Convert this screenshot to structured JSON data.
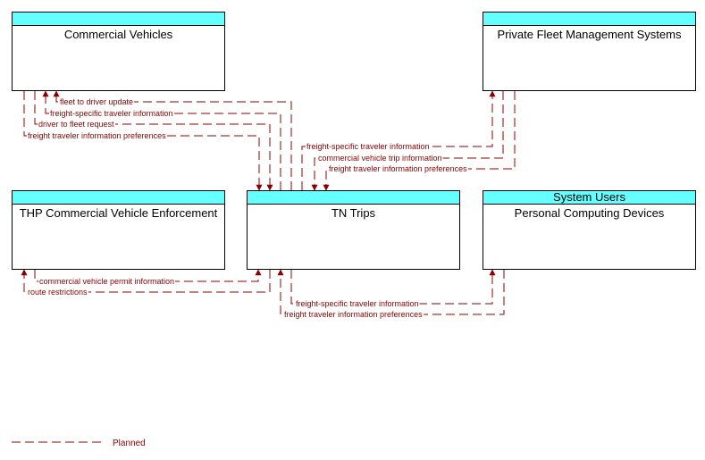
{
  "nodes": {
    "commercial_vehicles": {
      "category": "",
      "name": "Commercial Vehicles"
    },
    "private_fleet": {
      "category": "",
      "name": "Private Fleet Management Systems"
    },
    "thp": {
      "category": "",
      "name": "THP Commercial Vehicle Enforcement"
    },
    "tn_trips": {
      "category": "",
      "name": "TN Trips"
    },
    "personal_devices": {
      "category": "System Users",
      "name": "Personal Computing Devices"
    }
  },
  "flows": {
    "fleet_to_driver_update": "fleet to driver update",
    "cv_freight_specific": "freight-specific traveler information",
    "driver_to_fleet_request": "driver to fleet request",
    "cv_freight_prefs": "freight traveler information preferences",
    "pf_freight_specific": "freight-specific traveler information",
    "pf_trip_info": "commercial vehicle trip information",
    "pf_freight_prefs": "freight traveler information preferences",
    "thp_permit": "commercial vehicle permit information",
    "thp_route": "route restrictions",
    "pcd_freight_specific": "freight-specific traveler information",
    "pcd_freight_prefs": "freight traveler information preferences"
  },
  "legend": {
    "planned": "Planned"
  },
  "colors": {
    "flow": "#8b0000",
    "header": "#66ffff"
  }
}
